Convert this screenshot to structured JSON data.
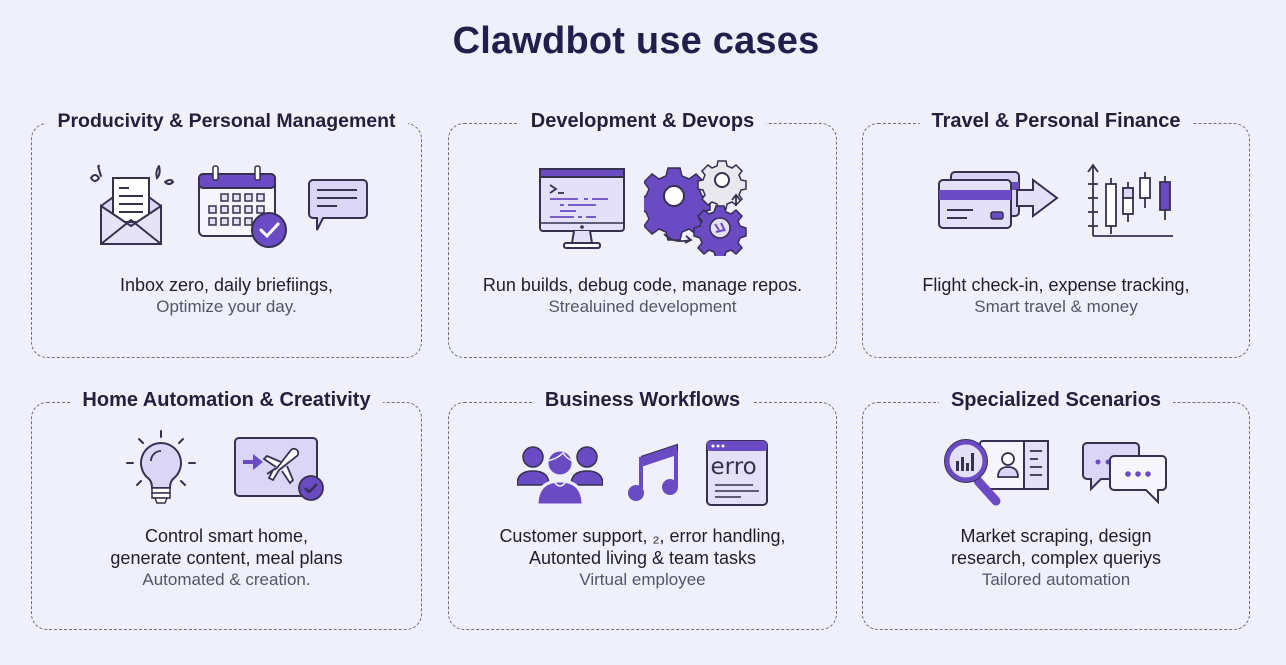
{
  "page": {
    "title": "Clawdbot use cases"
  },
  "colors": {
    "background": "#eff0fa",
    "accent": "#6a4bc4",
    "accent_light": "#dcd6f6",
    "outline": "#35314f",
    "title": "#231e4b"
  },
  "cards": [
    {
      "title": "Producivity & Personal Management",
      "icons": [
        "envelope-icon",
        "calendar-check-icon",
        "chat-bubble-icon"
      ],
      "lines": [
        "Inbox zero, daily briefiings,"
      ],
      "subtitle": "Optimize your day."
    },
    {
      "title": "Development & Devops",
      "icons": [
        "monitor-terminal-icon",
        "gears-icon"
      ],
      "lines": [
        "Run builds, debug code, manage repos."
      ],
      "subtitle": "Strealuined development"
    },
    {
      "title": "Travel & Personal Finance",
      "icons": [
        "credit-cards-arrow-icon",
        "candlestick-chart-icon"
      ],
      "lines": [
        "Flight check-in, expense tracking,"
      ],
      "subtitle": "Smart travel & money"
    },
    {
      "title": "Home Automation & Creativity",
      "icons": [
        "lightbulb-icon",
        "flight-ticket-icon"
      ],
      "lines": [
        "Control smart home,",
        "generate content, meal plans"
      ],
      "subtitle": "Automated & creation."
    },
    {
      "title": "Business Workflows",
      "icons": [
        "team-icon",
        "music-note-icon",
        "error-window-icon"
      ],
      "error_window_text": "erro",
      "lines": [
        "Customer support, ₂, error handling,",
        "Autonted living & team tasks"
      ],
      "subtitle": "Virtual employee"
    },
    {
      "title": "Specialized Scenarios",
      "icons": [
        "magnifier-profile-icon",
        "chat-bubbles-icon"
      ],
      "lines": [
        "Market scraping, design",
        "research, complex queriys"
      ],
      "subtitle": "Tailored automation"
    }
  ]
}
